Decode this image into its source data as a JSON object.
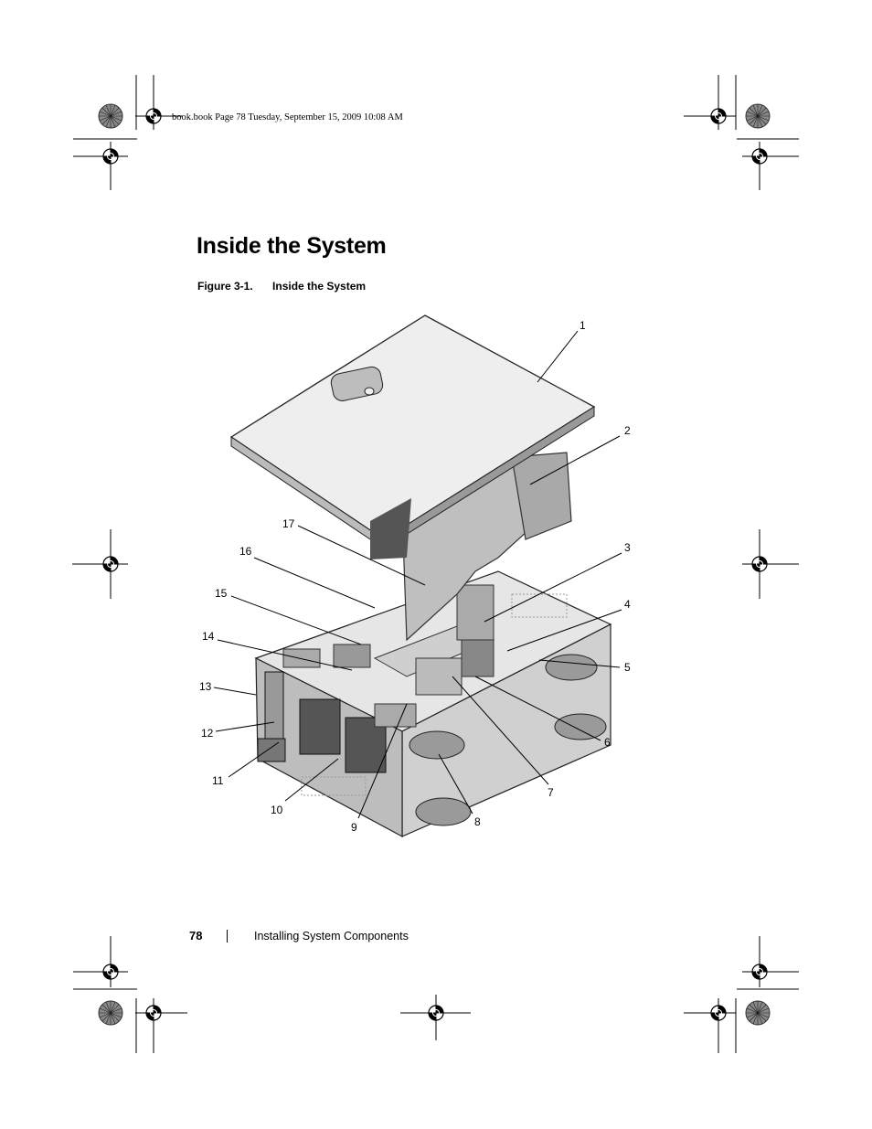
{
  "slug": "book.book  Page 78  Tuesday, September 15, 2009  10:08 AM",
  "heading": "Inside the System",
  "figure": {
    "number": "Figure 3-1.",
    "title": "Inside the System",
    "callouts": [
      "1",
      "2",
      "3",
      "4",
      "5",
      "6",
      "7",
      "8",
      "9",
      "10",
      "11",
      "12",
      "13",
      "14",
      "15",
      "16",
      "17"
    ]
  },
  "footer": {
    "page_number": "78",
    "section": "Installing System Components"
  },
  "icons": [
    "registration-mark-icon",
    "color-wheel-icon"
  ]
}
